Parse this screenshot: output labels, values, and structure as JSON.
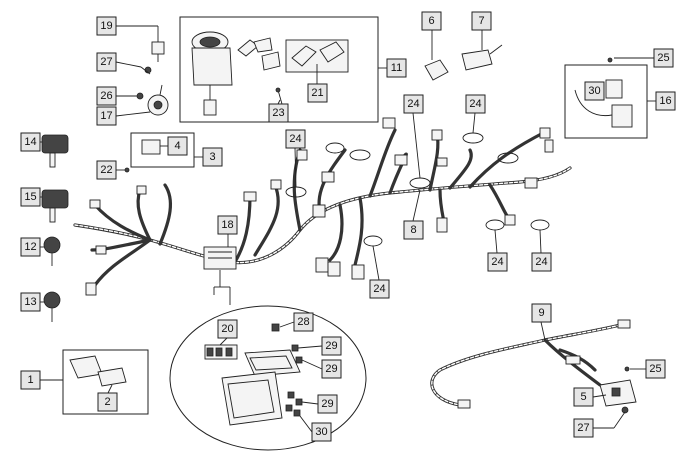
{
  "callouts": [
    {
      "id": "c1",
      "label": "1"
    },
    {
      "id": "c2",
      "label": "2"
    },
    {
      "id": "c3",
      "label": "3"
    },
    {
      "id": "c4",
      "label": "4"
    },
    {
      "id": "c5",
      "label": "5"
    },
    {
      "id": "c6",
      "label": "6"
    },
    {
      "id": "c7",
      "label": "7"
    },
    {
      "id": "c8",
      "label": "8"
    },
    {
      "id": "c9",
      "label": "9"
    },
    {
      "id": "c11",
      "label": "11"
    },
    {
      "id": "c12",
      "label": "12"
    },
    {
      "id": "c13",
      "label": "13"
    },
    {
      "id": "c14",
      "label": "14"
    },
    {
      "id": "c15",
      "label": "15"
    },
    {
      "id": "c16",
      "label": "16"
    },
    {
      "id": "c17",
      "label": "17"
    },
    {
      "id": "c18",
      "label": "18"
    },
    {
      "id": "c19",
      "label": "19"
    },
    {
      "id": "c20",
      "label": "20"
    },
    {
      "id": "c21",
      "label": "21"
    },
    {
      "id": "c22",
      "label": "22"
    },
    {
      "id": "c23",
      "label": "23"
    },
    {
      "id": "c24a",
      "label": "24"
    },
    {
      "id": "c24b",
      "label": "24"
    },
    {
      "id": "c24c",
      "label": "24"
    },
    {
      "id": "c24d",
      "label": "24"
    },
    {
      "id": "c24e",
      "label": "24"
    },
    {
      "id": "c24f",
      "label": "24"
    },
    {
      "id": "c25a",
      "label": "25"
    },
    {
      "id": "c25b",
      "label": "25"
    },
    {
      "id": "c26",
      "label": "26"
    },
    {
      "id": "c27a",
      "label": "27"
    },
    {
      "id": "c27b",
      "label": "27"
    },
    {
      "id": "c28",
      "label": "28"
    },
    {
      "id": "c29a",
      "label": "29"
    },
    {
      "id": "c29b",
      "label": "29"
    },
    {
      "id": "c29c",
      "label": "29"
    },
    {
      "id": "c30a",
      "label": "30"
    },
    {
      "id": "c30b",
      "label": "30"
    }
  ],
  "colors": {
    "line": "#222222",
    "box_fill": "#e6e6e6",
    "background": "#ffffff"
  }
}
